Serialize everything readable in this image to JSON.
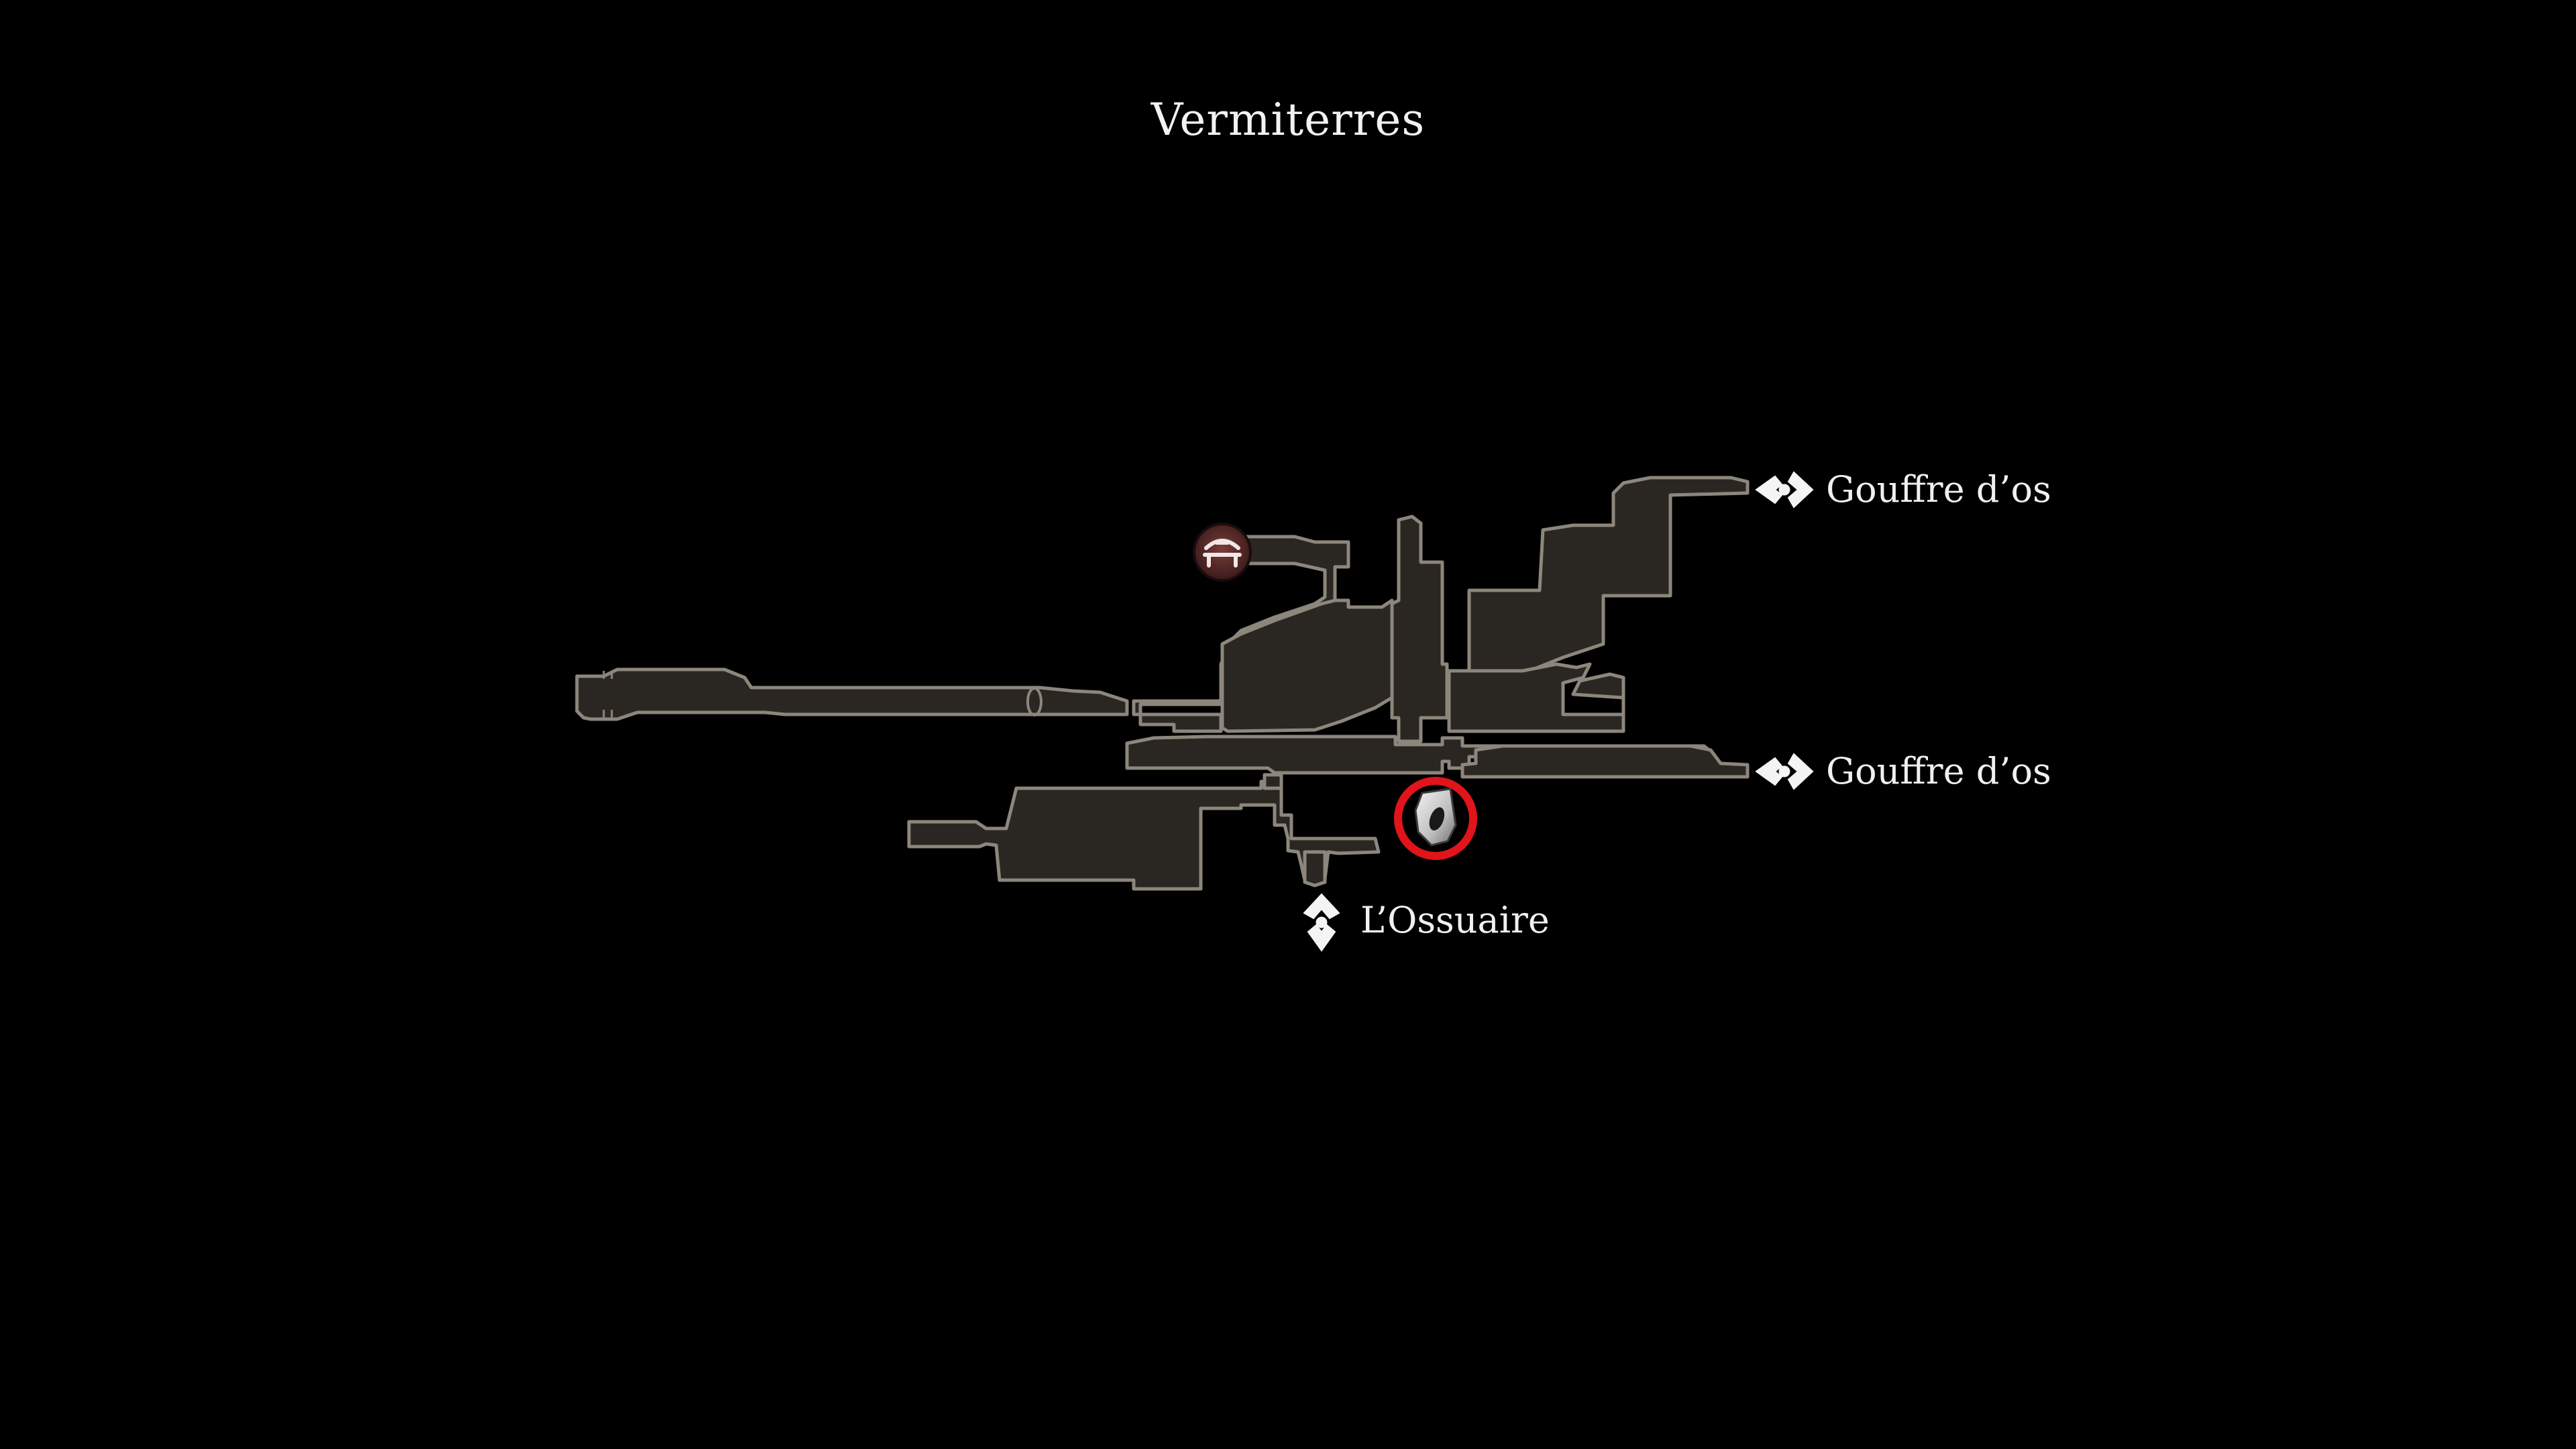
{
  "area": {
    "title": "Vermiterres"
  },
  "exits": [
    {
      "label": "Gouffre d’os",
      "icon": "fleur-arrow-icon"
    },
    {
      "label": "Gouffre d’os",
      "icon": "fleur-arrow-icon"
    },
    {
      "label": "L’Ossuaire",
      "icon": "fleur-arrow-icon"
    }
  ],
  "markers": {
    "bench": {
      "icon": "bench-icon"
    },
    "current_location": {
      "icon": "mask-shard-icon",
      "highlight": "red-circle"
    }
  },
  "colors": {
    "background": "#000000",
    "room_fill": "#2a2621",
    "room_outline": "#8c867c",
    "highlight": "#e0141a",
    "text": "#f0f0f0"
  }
}
